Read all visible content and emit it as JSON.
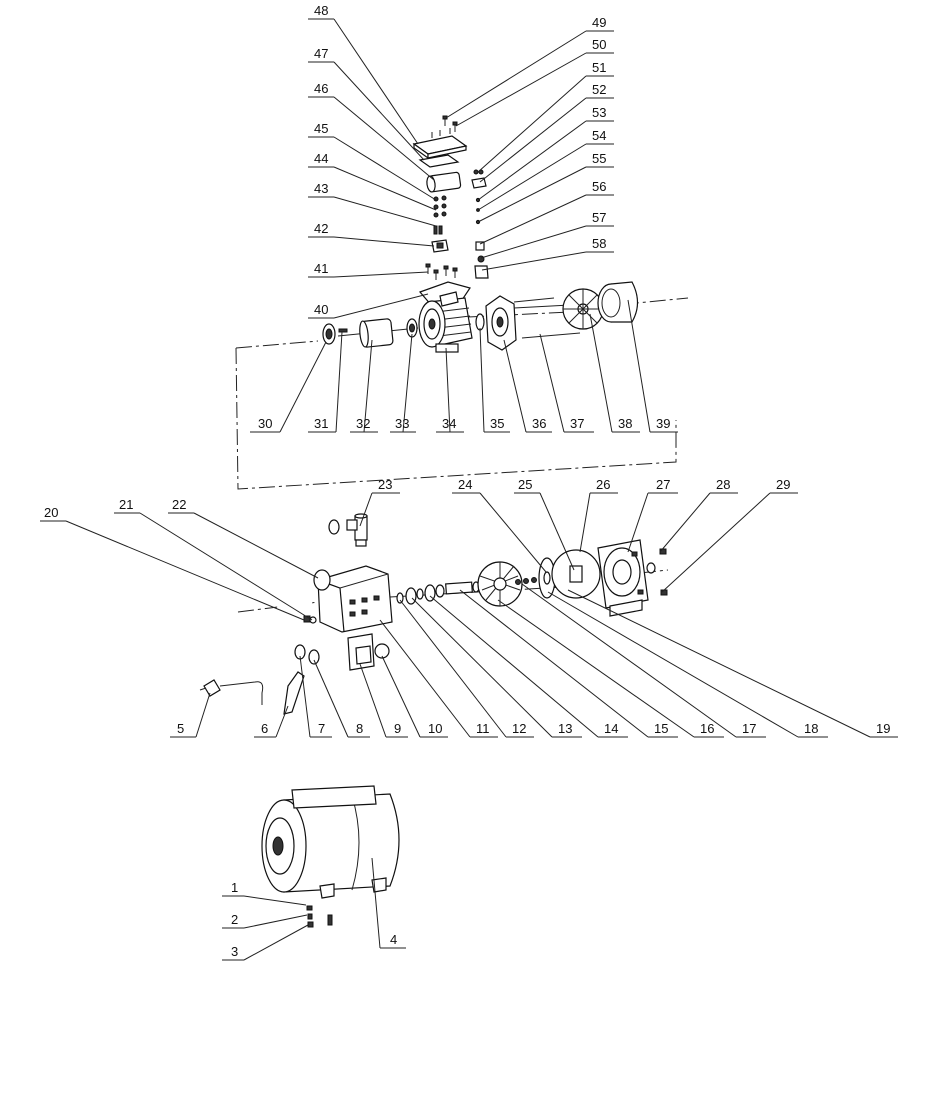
{
  "labels": [
    "1",
    "2",
    "3",
    "4",
    "5",
    "6",
    "7",
    "8",
    "9",
    "10",
    "11",
    "12",
    "13",
    "14",
    "15",
    "16",
    "17",
    "18",
    "19",
    "20",
    "21",
    "22",
    "23",
    "24",
    "25",
    "26",
    "27",
    "28",
    "29",
    "30",
    "31",
    "32",
    "33",
    "34",
    "35",
    "36",
    "37",
    "38",
    "39",
    "40",
    "41",
    "42",
    "43",
    "44",
    "45",
    "46",
    "47",
    "48",
    "49",
    "50",
    "51",
    "52",
    "53",
    "54",
    "55",
    "56",
    "57",
    "58"
  ]
}
